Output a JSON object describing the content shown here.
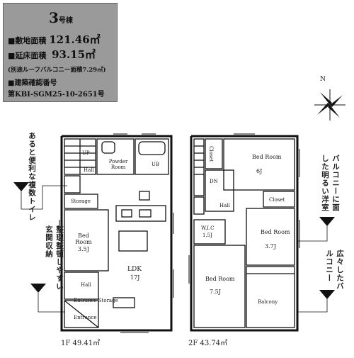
{
  "info": {
    "title": "3",
    "title_suffix": "号棟",
    "site_area_label": "■敷地面積",
    "site_area_value": "121.46㎡",
    "floor_area_label": "■延床面積",
    "floor_area_value": "93.15㎡",
    "roof_balcony_note": "(別途ルーフバルコニー面積7.29㎡)",
    "permit_label": "■建築確認番号",
    "permit_number": "第KBI-SGM25-10-2651号"
  },
  "compass": {
    "north": "N"
  },
  "notes": {
    "toilets": "あると便利な複数トイレ",
    "storage": "整理整頓しやすい玄関収納",
    "balcony_room": "バルコニーに面した明るい洋室",
    "wide_balcony": "広々したバルコニー"
  },
  "floor1": {
    "area": "1F 49.41㎡",
    "up": "UP",
    "hall_top": "Hall",
    "powder": "Powder Room",
    "ub": "UB",
    "storage": "Storage",
    "bed_room": "Bed Room",
    "bed_size": "3.5J",
    "ldk": "LDK",
    "ldk_size": "17J",
    "hall_bottom": "Hall",
    "entrance": "Entrance",
    "entrance_storage": "Entrance Storage"
  },
  "floor2": {
    "area": "2F 43.74㎡",
    "closet1": "Closet",
    "bed1": "Bed Room",
    "bed1_size": "6J",
    "dn": "DN",
    "hall": "Hall",
    "closet2": "Closet",
    "wic": "W.I.C",
    "wic_size": "1.5J",
    "bed2": "Bed Room",
    "bed2_size": "3.7J",
    "bed3": "Bed Room",
    "bed3_size": "7.5J",
    "balcony": "Balcony"
  }
}
